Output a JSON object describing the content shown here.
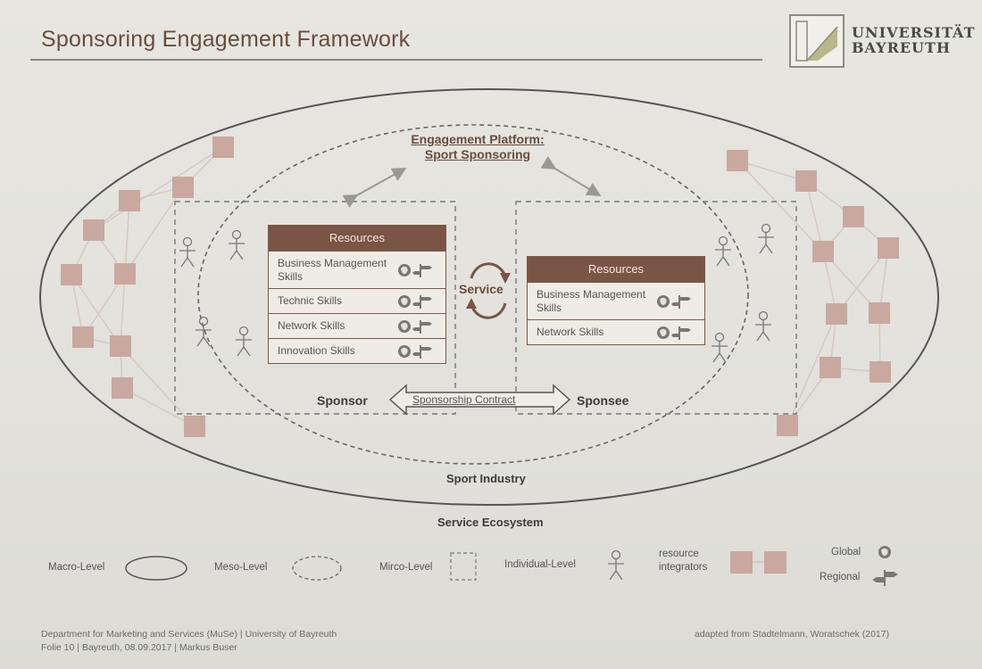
{
  "slide": {
    "title": "Sponsoring Engagement Framework",
    "logo_line1": "UNIVERSITÄT",
    "logo_line2": "BAYREUTH"
  },
  "diagram": {
    "platform_line1": "Engagement Platform:",
    "platform_line2": "Sport Sponsoring",
    "sponsor_label": "Sponsor",
    "sponsee_label": "Sponsee",
    "contract_label": "Sponsorship Contract",
    "service_label": "Service",
    "sport_industry_label": "Sport Industry",
    "ecosystem_label": "Service Ecosystem",
    "sponsor_resources": {
      "header": "Resources",
      "rows": [
        "Business Management Skills",
        "Technic Skills",
        "Network Skills",
        "Innovation Skills"
      ]
    },
    "sponsee_resources": {
      "header": "Resources",
      "rows": [
        "Business Management Skills",
        "Network Skills"
      ]
    }
  },
  "legend": {
    "macro": "Macro-Level",
    "meso": "Meso-Level",
    "micro": "Mirco-Level",
    "individual": "Individual-Level",
    "integrators_line1": "resource",
    "integrators_line2": "integrators",
    "global": "Global",
    "regional": "Regional"
  },
  "footer": {
    "line1": "Department for Marketing and Services (MuSe) | University of Bayreuth",
    "line2": "Folie 10 | Bayreuth, 08.09.2017 | Markus Buser",
    "source": "adapted from Stadtelmann, Woratschek (2017)"
  },
  "colors": {
    "brown": "#7a5444",
    "square": "#c9a8a0",
    "text_brown": "#6a4c3c"
  }
}
